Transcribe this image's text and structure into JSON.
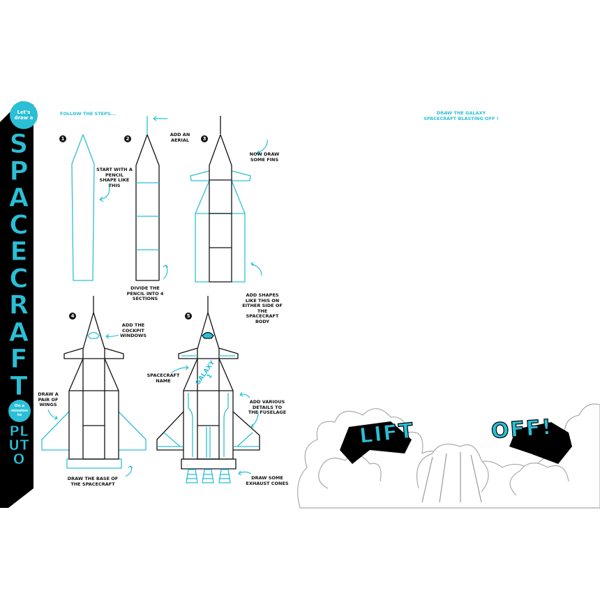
{
  "title": {
    "intro": "Let's draw a",
    "main": "SPACECRAFT",
    "connector": "On a mission to",
    "destination": "PLUTO"
  },
  "instructions_header": "Follow the steps...",
  "steps": [
    {
      "number": "1",
      "notes": [
        "Start with a pencil shape like this"
      ]
    },
    {
      "number": "2",
      "notes": [
        "Add an aerial",
        "Divide the pencil into 4 sections"
      ]
    },
    {
      "number": "3",
      "notes": [
        "Now draw some fins",
        "Add shapes like this on either side of the spacecraft body"
      ]
    },
    {
      "number": "4",
      "notes": [
        "Add the cockpit windows",
        "Draw a pair of wings",
        "Draw the base of the spacecraft"
      ]
    },
    {
      "number": "5",
      "notes": [
        "Spacecraft name",
        "Add various details to the fuselage",
        "Draw some exhaust cones"
      ]
    }
  ],
  "spacecraft_name": "Galaxy 1",
  "right_page": {
    "prompt": "Draw the Galaxy spacecraft blasting off !",
    "lift": "LIFT",
    "off": "OFF!"
  },
  "colors": {
    "accent": "#2bbfd6",
    "ink": "#111111",
    "cloud": "#aaaaaa"
  }
}
